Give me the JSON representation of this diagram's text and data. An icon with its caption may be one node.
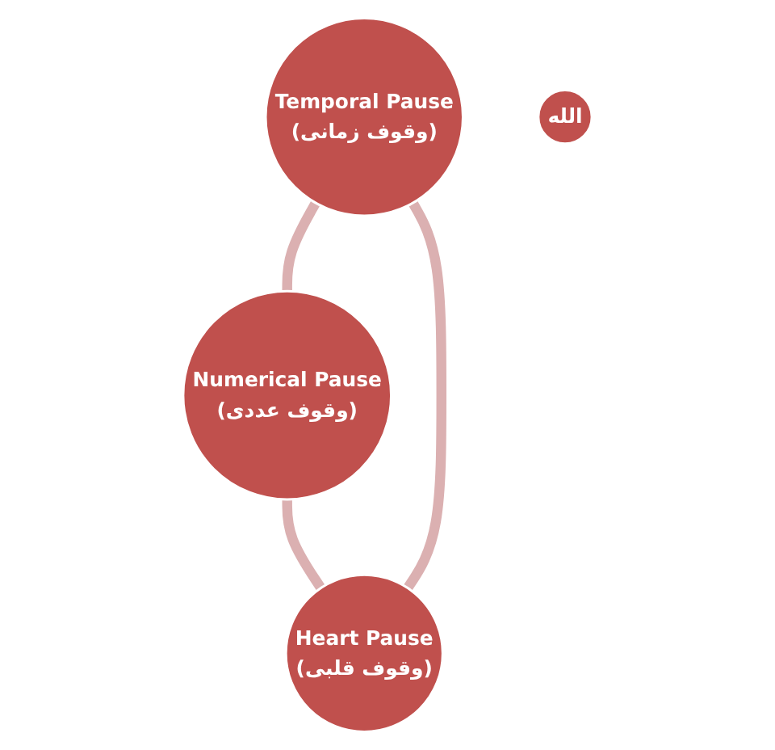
{
  "diagram": {
    "nodes": [
      {
        "text": [
          "Temporal Pause",
          "(وقوف زمانی)"
        ]
      },
      {
        "text": [
          "الله"
        ]
      },
      {
        "text": [
          "Heart Pause",
          "(وقوف قلبی)"
        ]
      },
      {
        "text": [
          "Numerical Pause",
          "(وقوف عددی)"
        ]
      }
    ],
    "edges": [
      {
        "from": 0,
        "to": 3,
        "arrow": "none"
      },
      {
        "from": 3,
        "to": 2,
        "arrow": "none"
      },
      {
        "from": 2,
        "to": 0,
        "arrow": "none"
      }
    ]
  }
}
